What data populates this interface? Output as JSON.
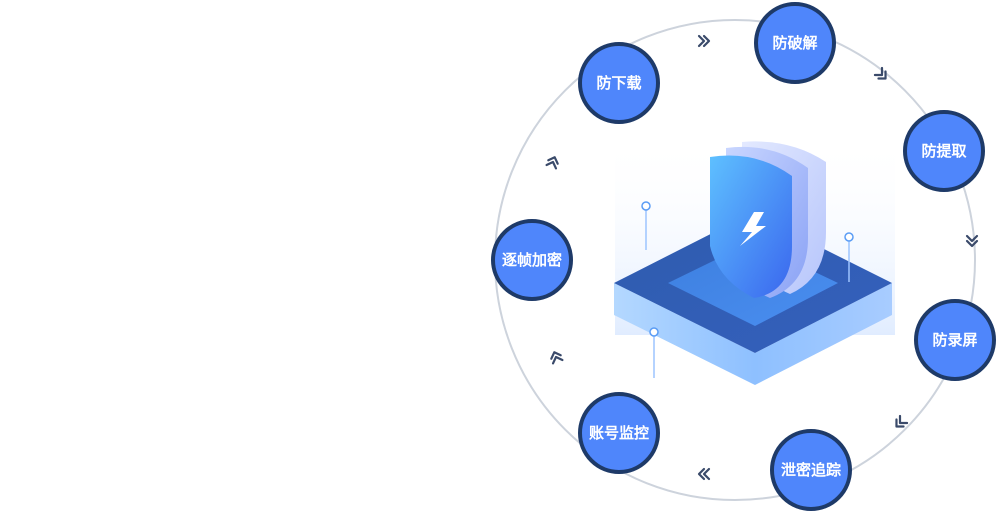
{
  "diagram": {
    "nodes": [
      {
        "key": "anti-crack",
        "label": "防破解"
      },
      {
        "key": "anti-extract",
        "label": "防提取"
      },
      {
        "key": "anti-record",
        "label": "防录屏"
      },
      {
        "key": "leak-trace",
        "label": "泄密追踪"
      },
      {
        "key": "account-monitor",
        "label": "账号监控"
      },
      {
        "key": "frame-encrypt",
        "label": "逐帧加密"
      },
      {
        "key": "anti-download",
        "label": "防下载"
      }
    ],
    "colors": {
      "node_fill": "#4f86fb",
      "node_stroke": "#1e3a68",
      "ring": "#cdd3dc",
      "chevron": "#3a4a6a",
      "shield_light": "#5ab4ff",
      "shield_dark": "#3a6cf0",
      "platform_top": "#2f5fb3",
      "platform_side": "#a9d0ff"
    },
    "center_icon": "shield-lightning-icon"
  }
}
